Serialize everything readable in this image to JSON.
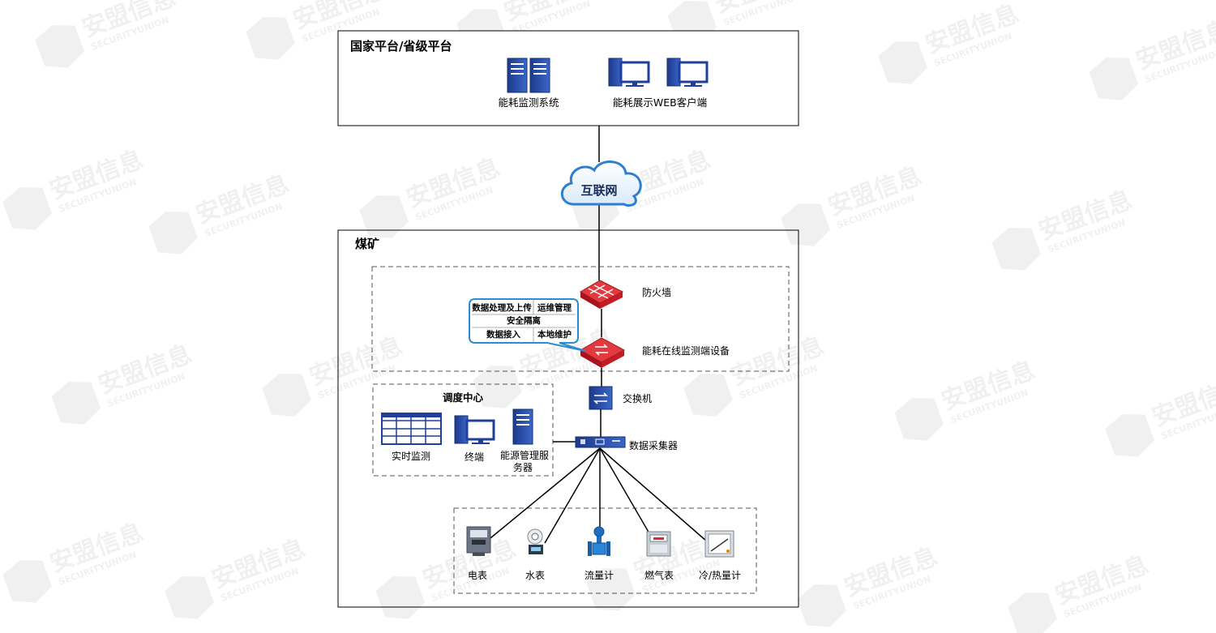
{
  "watermark": {
    "text": "安盟信息",
    "subtext": "SECURITYUNION"
  },
  "national": {
    "title": "国家平台/省级平台",
    "monitor_system": "能耗监测系统",
    "web_client": "能耗展示WEB客户端"
  },
  "internet": {
    "label": "互联网"
  },
  "mine": {
    "title": "煤矿",
    "firewall": "防火墙",
    "monitor_device": "能耗在线监测端设备",
    "callout": {
      "r1c1": "数据处理及上传",
      "r1c2": "运维管理",
      "r2": "安全隔离",
      "r3c1": "数据接入",
      "r3c2": "本地维护"
    },
    "switch": "交换机",
    "collector": "数据采集器",
    "dispatch": {
      "title": "调度中心",
      "realtime": "实时监测",
      "terminal": "终端",
      "server_line1": "能源管理服",
      "server_line2": "务器"
    },
    "meters": {
      "electric": "电表",
      "water": "水表",
      "flow": "流量计",
      "gas": "燃气表",
      "heat": "冷/热量计"
    }
  },
  "colors": {
    "blue": "#1f3f99",
    "red": "#d0202a",
    "callout_border": "#2e8bcf"
  }
}
